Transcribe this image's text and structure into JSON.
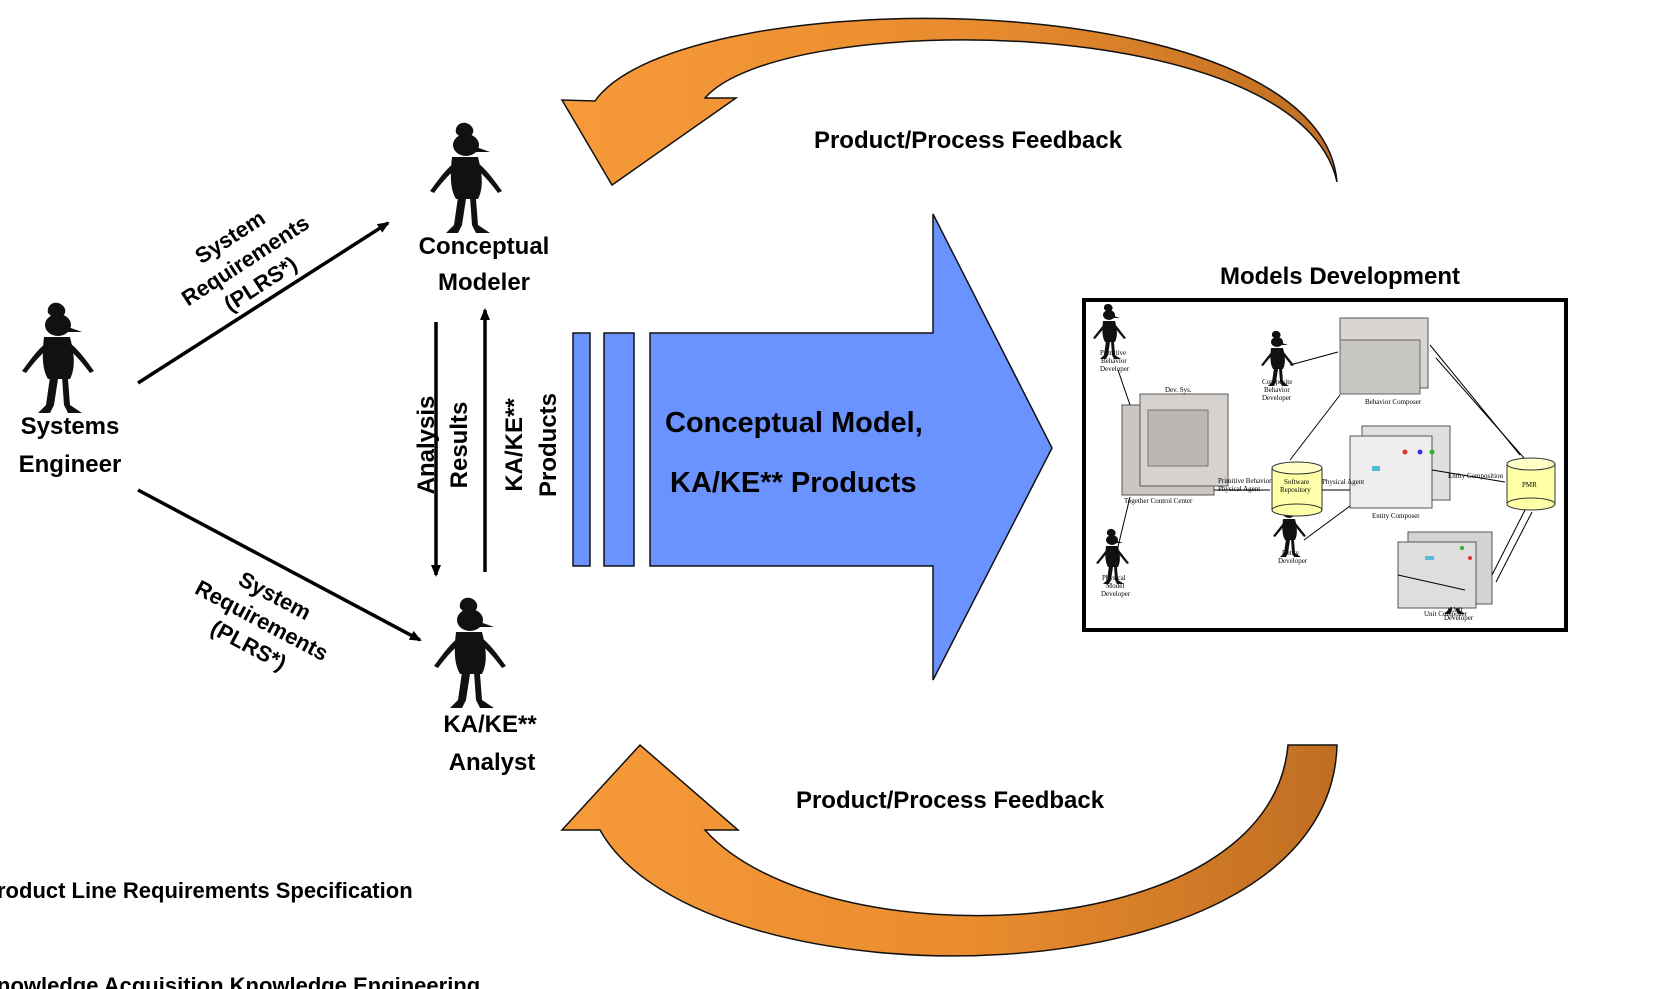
{
  "feedback_top": "Product/Process Feedback",
  "feedback_bottom": "Product/Process Feedback",
  "actors": {
    "systems_engineer": [
      "Systems",
      "Engineer"
    ],
    "conceptual_modeler": [
      "Conceptual",
      "Modeler"
    ],
    "kake_analyst": [
      "KA/KE**",
      "Analyst"
    ]
  },
  "arrows": {
    "to_modeler": [
      "System",
      "Requirements",
      "(PLRS*)"
    ],
    "to_analyst": [
      "System",
      "Requirements",
      "(PLRS*)"
    ],
    "down": [
      "Analysis",
      "Results"
    ],
    "up": [
      "KA/KE**",
      "Products"
    ]
  },
  "big_arrow": [
    "Conceptual Model,",
    "KA/KE** Products"
  ],
  "models_development": {
    "title": "Models Development",
    "repo_left": [
      "Software",
      "Repository"
    ],
    "repo_right": "PMR",
    "labels": {
      "pbd": [
        "Primitive",
        "Behavior",
        "Developer"
      ],
      "pmd": [
        "Physical",
        "Model",
        "Developer"
      ],
      "cbd": [
        "Composite",
        "Behavior",
        "Developer"
      ],
      "ed": [
        "Entity",
        "Developer"
      ],
      "ud": [
        "Unit",
        "Developer"
      ],
      "dev_top": "Dev. Sys.",
      "tcc": "Together Control Center",
      "bc": "Behavior Composer",
      "ec": "Entity Composer",
      "uc": "Unit Composer",
      "pb": [
        "Primitive Behavior",
        "Physical Agent"
      ],
      "pa": "Physical Agent",
      "ec_link": "Entity Composition"
    }
  },
  "footnotes": [
    "roduct Line Requirements Specification",
    "nowledge Acquisition Knowledge Engineering"
  ]
}
